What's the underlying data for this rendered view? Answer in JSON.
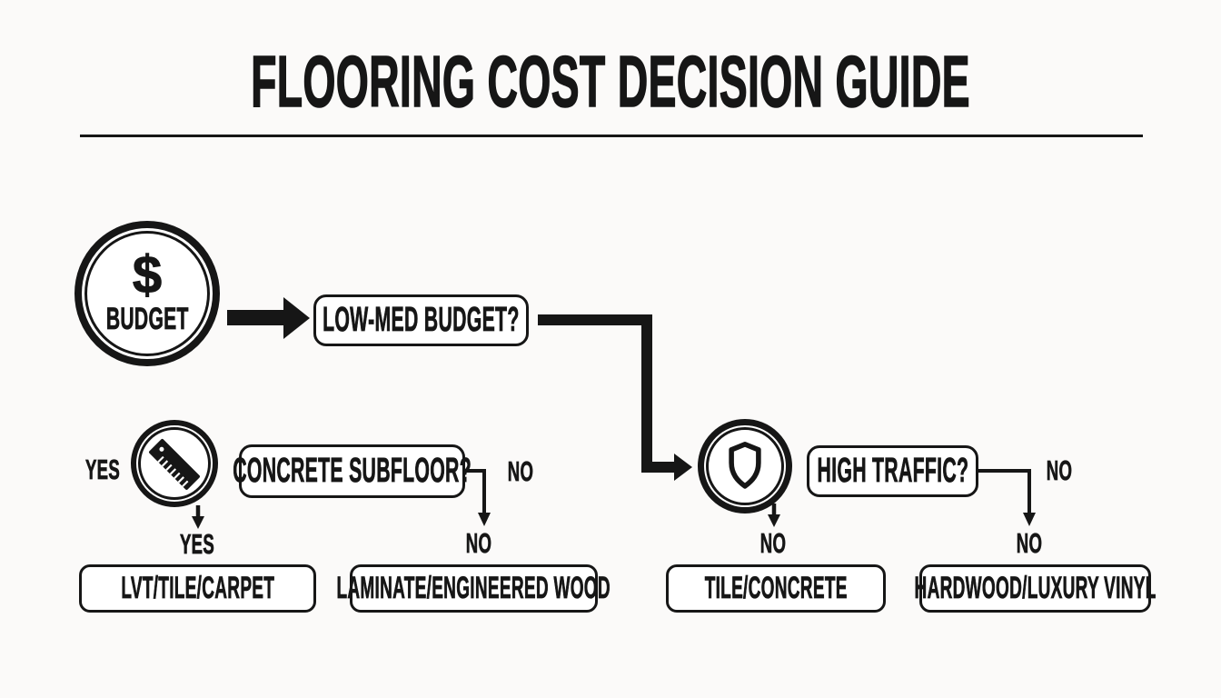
{
  "title": "FLOORING COST DECISION GUIDE",
  "colors": {
    "ink": "#161616",
    "background": "#fbfaf9",
    "box_fill": "#ffffff"
  },
  "start_node": {
    "symbol": "$",
    "label": "BUDGET",
    "icon": "dollar-icon"
  },
  "icons": {
    "budget": "dollar-icon",
    "subfloor_measure": "ruler-icon",
    "durability": "shield-icon"
  },
  "questions": [
    {
      "id": "low_med_budget",
      "label": "LOW-MED BUDGET?"
    },
    {
      "id": "concrete_subfloor",
      "label": "CONCRETE SUBFLOOR?"
    },
    {
      "id": "high_traffic",
      "label": "HIGH TRAFFIC?"
    }
  ],
  "branch_labels": {
    "ruler_left": "YES",
    "concrete_right": "NO",
    "traffic_right": "NO",
    "lvt_top": "YES",
    "laminate_top": "NO",
    "tile_top": "NO",
    "hardwood_top": "NO"
  },
  "results": [
    {
      "label": "LVT/TILE/CARPET"
    },
    {
      "label": "LAMINATE/ENGINEERED WOOD"
    },
    {
      "label": "TILE/CONCRETE"
    },
    {
      "label": "HARDWOOD/LUXURY VINYL"
    }
  ]
}
